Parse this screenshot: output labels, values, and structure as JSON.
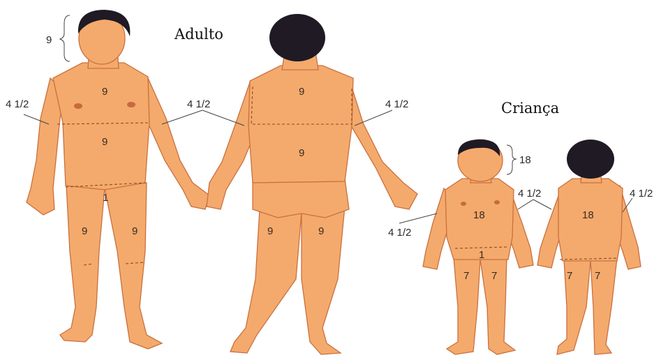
{
  "adult": {
    "title": "Adulto",
    "head": "9",
    "arm_left": "4 1/2",
    "arm_center": "4 1/2",
    "arm_right": "4 1/2",
    "front_chest": "9",
    "front_abdomen": "9",
    "genital": "1",
    "front_leg_left": "9",
    "front_leg_right": "9",
    "back_upper": "9",
    "back_lower": "9",
    "back_leg_left": "9",
    "back_leg_right": "9"
  },
  "child": {
    "title": "Criança",
    "head": "18",
    "arm_left": "4 1/2",
    "arm_center": "4 1/2",
    "arm_right": "4 1/2",
    "front_trunk": "18",
    "back_trunk": "18",
    "genital": "1",
    "front_leg_left": "7",
    "front_leg_right": "7",
    "back_leg_left": "7",
    "back_leg_right": "7"
  },
  "colors": {
    "skin": "#f4aa6c",
    "skin_outline": "#c9703f",
    "hair": "#1f1a24",
    "background": "#ffffff"
  }
}
